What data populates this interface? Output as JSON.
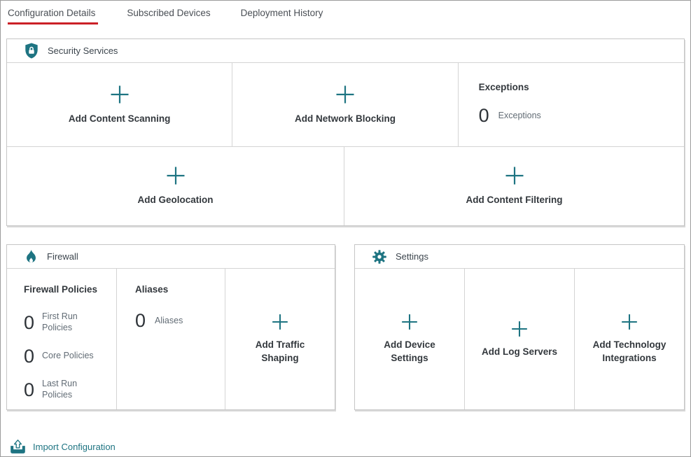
{
  "colors": {
    "accent_teal": "#1e7482",
    "active_tab_red": "#cb2027"
  },
  "icons": {
    "security": "shield-lock-icon",
    "firewall": "flame-icon",
    "settings": "gear-icon",
    "add": "plus-icon",
    "import": "import-upload-icon"
  },
  "tabs": [
    {
      "label": "Configuration Details",
      "active": true
    },
    {
      "label": "Subscribed Devices",
      "active": false
    },
    {
      "label": "Deployment History",
      "active": false
    }
  ],
  "security_services": {
    "title": "Security Services",
    "add_content_scanning": "Add Content Scanning",
    "add_network_blocking": "Add Network Blocking",
    "exceptions": {
      "title": "Exceptions",
      "count": "0",
      "count_label": "Exceptions"
    },
    "add_geolocation": "Add Geolocation",
    "add_content_filtering": "Add Content Filtering"
  },
  "firewall": {
    "title": "Firewall",
    "policies": {
      "title": "Firewall Policies",
      "items": [
        {
          "count": "0",
          "label": "First Run Policies"
        },
        {
          "count": "0",
          "label": "Core Policies"
        },
        {
          "count": "0",
          "label": "Last Run Policies"
        }
      ]
    },
    "aliases": {
      "title": "Aliases",
      "count": "0",
      "count_label": "Aliases"
    },
    "add_traffic_shaping": "Add Traffic Shaping"
  },
  "settings": {
    "title": "Settings",
    "add_device_settings": "Add Device Settings",
    "add_log_servers": "Add Log Servers",
    "add_technology_integrations": "Add Technology Integrations"
  },
  "footer": {
    "import_label": "Import Configuration"
  }
}
